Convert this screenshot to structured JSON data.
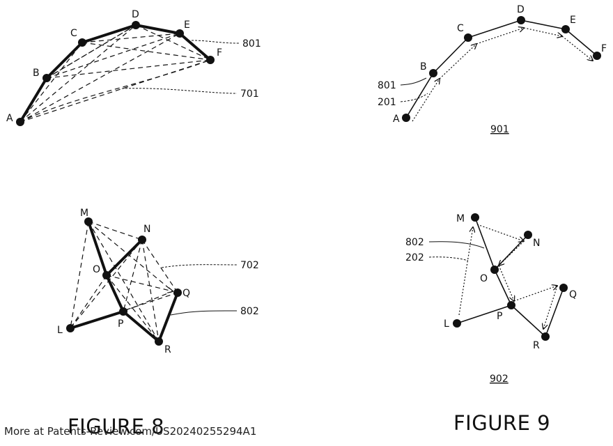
{
  "figure8": {
    "caption": "FIGURE 8",
    "top_graph": {
      "nodes": [
        "A",
        "B",
        "C",
        "D",
        "E",
        "F"
      ],
      "refs": {
        "path": "801",
        "graph": "701"
      }
    },
    "bottom_graph": {
      "nodes": [
        "M",
        "N",
        "O",
        "P",
        "Q",
        "L",
        "R"
      ],
      "refs": {
        "graph": "702",
        "path": "802"
      }
    }
  },
  "figure9": {
    "caption": "FIGURE 9",
    "top_graph": {
      "nodes": [
        "A",
        "B",
        "C",
        "D",
        "E",
        "F"
      ],
      "refs": {
        "path": "801",
        "route": "201",
        "view": "901"
      }
    },
    "bottom_graph": {
      "nodes": [
        "M",
        "N",
        "O",
        "P",
        "Q",
        "L",
        "R"
      ],
      "refs": {
        "path": "802",
        "route": "202",
        "view": "902"
      }
    }
  },
  "footer": "More at Patents-Review.com/US20240255294A1"
}
